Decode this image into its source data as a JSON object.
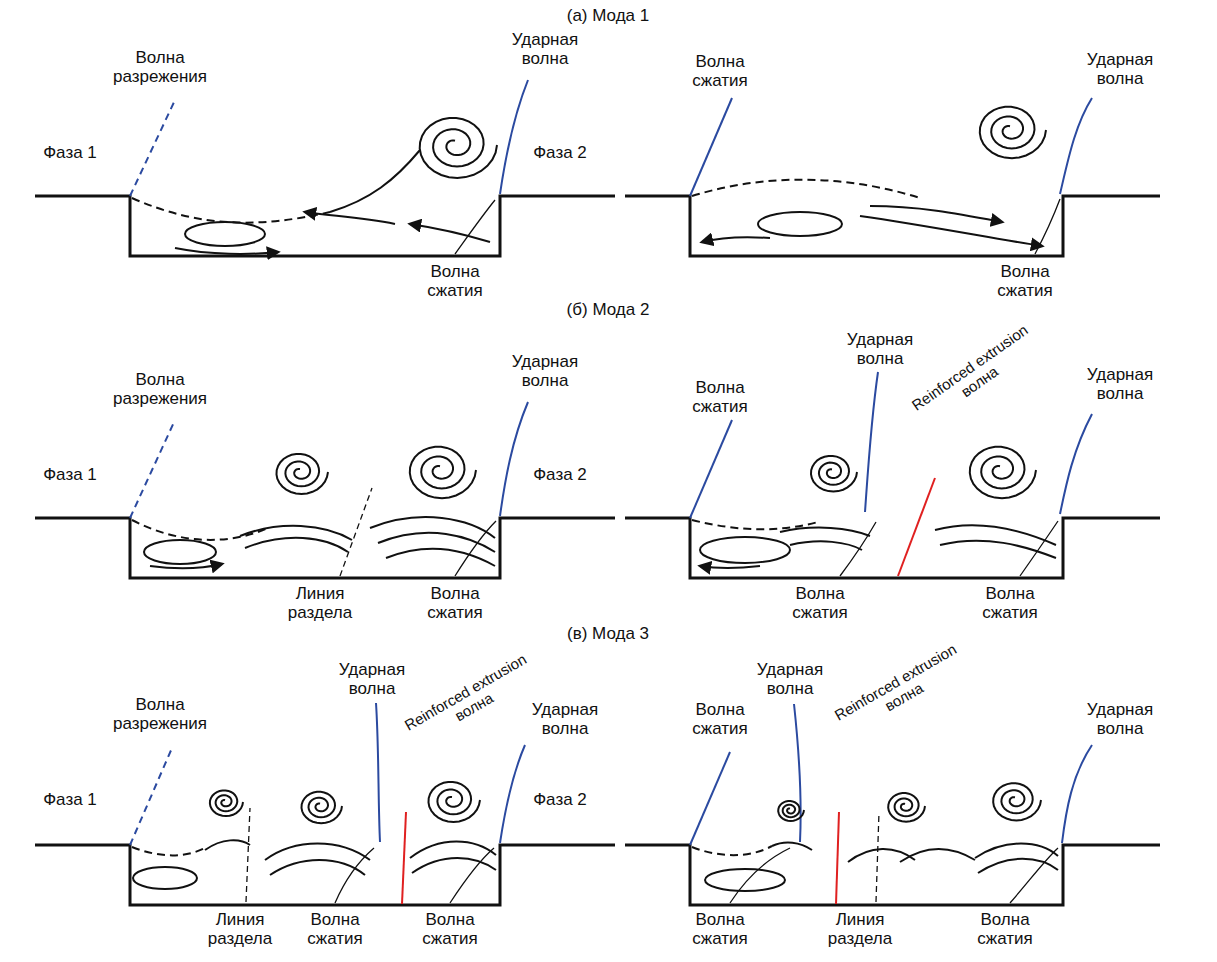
{
  "diagram": {
    "labels": [
      "(а) Мода 1",
      "Фаза 1",
      "Волна разрежения",
      "Ударная волна",
      "Волна сжатия",
      "Фаза 2",
      "Волна сжатия",
      "Ударная волна",
      "Волна сжатия",
      "(б) Мода 2",
      "Фаза 1",
      "Волна разрежения",
      "Ударная волна",
      "Линия раздела",
      "Волна сжатия",
      "Фаза 2",
      "Волна сжатия",
      "Ударная волна",
      "Reinforced extrusion волна",
      "Ударная волна",
      "Волна сжатия",
      "Волна сжатия",
      "(в) Мода 3",
      "Фаза 1",
      "Волна разрежения",
      "Ударная волна",
      "Reinforced extrusion волна",
      "Ударная волна",
      "Линия раздела",
      "Волна сжатия",
      "Волна сжатия",
      "Фаза 2",
      "Волна сжатия",
      "Ударная волна",
      "Reinforced extrusion волна",
      "Ударная волна",
      "Волна сжатия",
      "Линия раздела",
      "Волна сжатия"
    ]
  }
}
